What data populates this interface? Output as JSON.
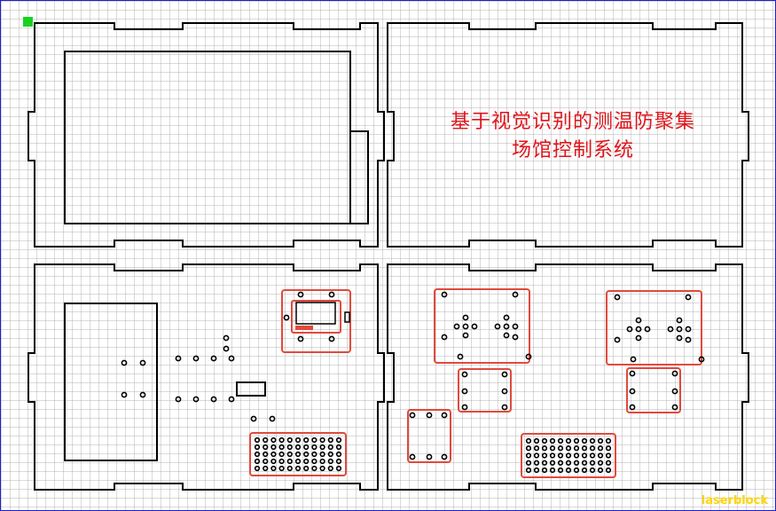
{
  "canvas": {
    "grid_color": "#c0c0c0",
    "panel_stroke": "#000000",
    "highlight_stroke": "#e04a3c",
    "origin_marker_color": "#17d321"
  },
  "title": {
    "line1": "基于视觉识别的测温防聚集",
    "line2": "场馆控制系统",
    "color": "#e0141a"
  },
  "watermark": {
    "text": "laserblock",
    "color": "#ffd400"
  }
}
